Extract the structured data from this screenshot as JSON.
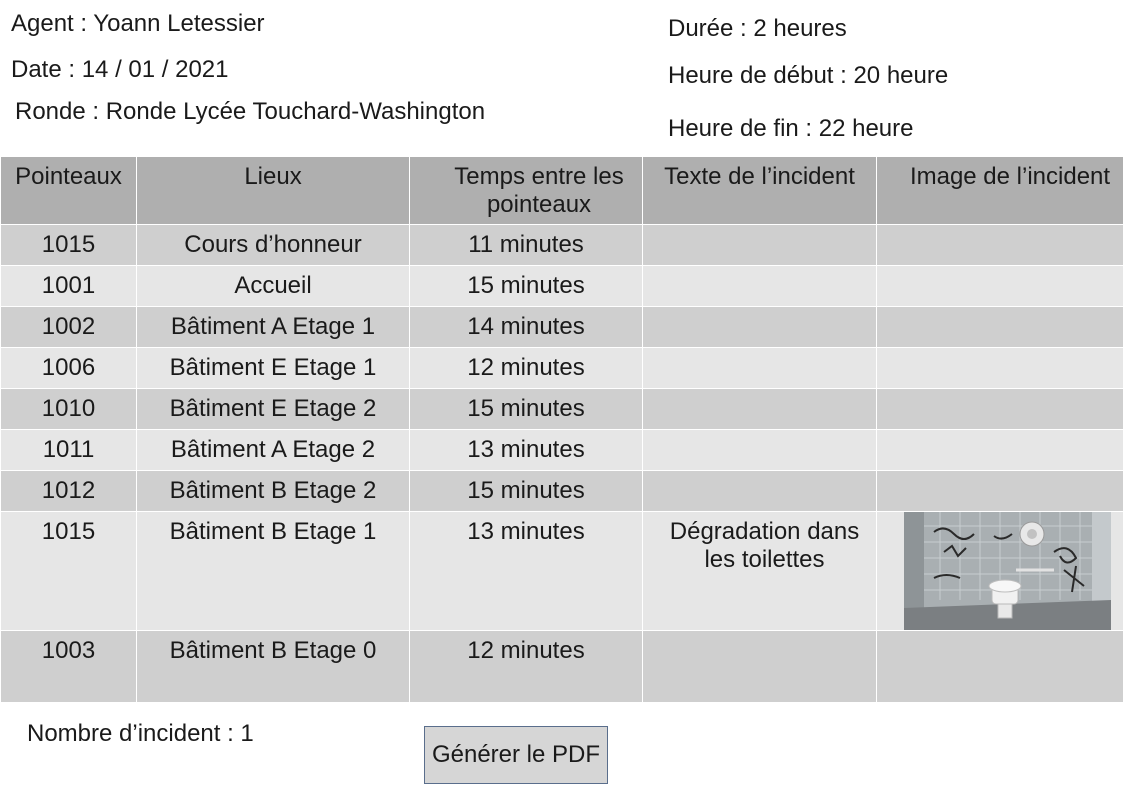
{
  "header": {
    "agent": "Agent : Yoann Letessier",
    "date": "Date : 14 / 01 / 2021",
    "ronde": "Ronde : Ronde Lycée Touchard-Washington",
    "duree": "Durée : 2 heures",
    "heure_debut": "Heure de début : 20 heure",
    "heure_fin": "Heure de fin : 22 heure"
  },
  "table": {
    "columns": [
      "Pointeaux",
      "Lieux",
      "Temps entre les pointeaux",
      "Texte de l’incident",
      "Image de l’incident"
    ],
    "rows": [
      {
        "pointeau": "1015",
        "lieu": "Cours d’honneur",
        "temps": "11 minutes",
        "texte": "",
        "image": ""
      },
      {
        "pointeau": "1001",
        "lieu": "Accueil",
        "temps": "15 minutes",
        "texte": "",
        "image": ""
      },
      {
        "pointeau": "1002",
        "lieu": "Bâtiment A Etage 1",
        "temps": "14 minutes",
        "texte": "",
        "image": ""
      },
      {
        "pointeau": "1006",
        "lieu": "Bâtiment E Etage 1",
        "temps": "12 minutes",
        "texte": "",
        "image": ""
      },
      {
        "pointeau": "1010",
        "lieu": "Bâtiment E Etage 2",
        "temps": "15 minutes",
        "texte": "",
        "image": ""
      },
      {
        "pointeau": "1011",
        "lieu": "Bâtiment A Etage 2",
        "temps": "13 minutes",
        "texte": "",
        "image": ""
      },
      {
        "pointeau": "1012",
        "lieu": "Bâtiment B Etage 2",
        "temps": "15 minutes",
        "texte": "",
        "image": ""
      },
      {
        "pointeau": "1015",
        "lieu": "Bâtiment B Etage 1",
        "temps": "13 minutes",
        "texte": "Dégradation dans les toilettes",
        "image": "vandalized-toilet-photo"
      },
      {
        "pointeau": "1003",
        "lieu": "Bâtiment B Etage 0",
        "temps": "12 minutes",
        "texte": "",
        "image": ""
      }
    ]
  },
  "footer": {
    "incident_count": "Nombre d’incident : 1",
    "generate_pdf_label": "Générer le PDF"
  },
  "colors": {
    "header_bg": "#afafaf",
    "row_dark": "#cfcfcf",
    "row_light": "#e6e6e6",
    "button_bg": "#d6d6d6",
    "button_border": "#5a6e8c"
  }
}
